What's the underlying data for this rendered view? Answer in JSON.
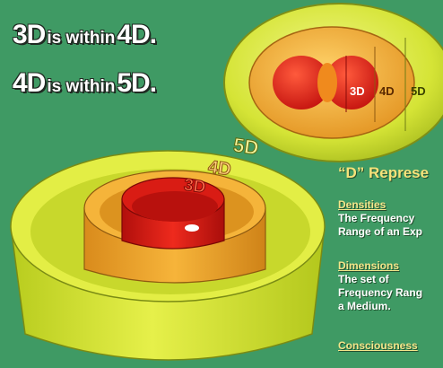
{
  "headline": {
    "line1": {
      "a": "3D",
      "mid": "is within",
      "b": "4D."
    },
    "line2": {
      "a": "4D",
      "mid": "is within",
      "b": "5D."
    }
  },
  "sphere_labels": [
    "3D",
    "4D",
    "5D"
  ],
  "cylinder_labels": [
    "5D",
    "4D",
    "3D"
  ],
  "panel": {
    "title": "“D” Represe",
    "terms": [
      {
        "term": "Densities",
        "lines": [
          "The Frequency",
          "Range of an Exp"
        ]
      },
      {
        "term": "Dimensions",
        "lines": [
          "The set of",
          "Frequency Rang",
          "a Medium."
        ]
      },
      {
        "term": "Consciousness",
        "lines": []
      }
    ]
  },
  "colors": {
    "background": "#3f9a64",
    "layer_5d": "#d9e63a",
    "layer_4d": "#f0a92a",
    "layer_3d": "#e4201a"
  }
}
